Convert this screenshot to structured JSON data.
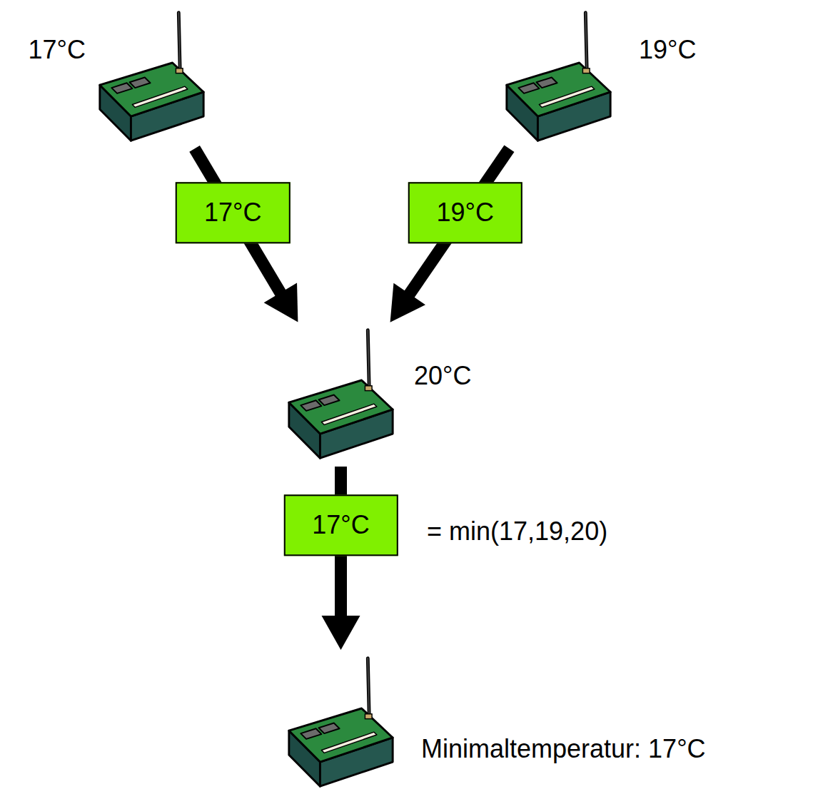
{
  "diagram": {
    "nodes": [
      {
        "text": [
          "17°C"
        ]
      },
      {
        "text": [
          "19°C"
        ]
      },
      {
        "text": [
          "20°C"
        ]
      },
      {
        "text": [
          "Minimaltemperatur: 17°C"
        ]
      }
    ],
    "edges": [
      {
        "from": 0,
        "to": 2,
        "arrow": "to",
        "label": "17°C"
      },
      {
        "from": 1,
        "to": 2,
        "arrow": "to",
        "label": "19°C"
      },
      {
        "from": 2,
        "to": 3,
        "arrow": "to",
        "label": "17°C"
      }
    ],
    "labels": [
      "= min(17,19,20)"
    ]
  }
}
